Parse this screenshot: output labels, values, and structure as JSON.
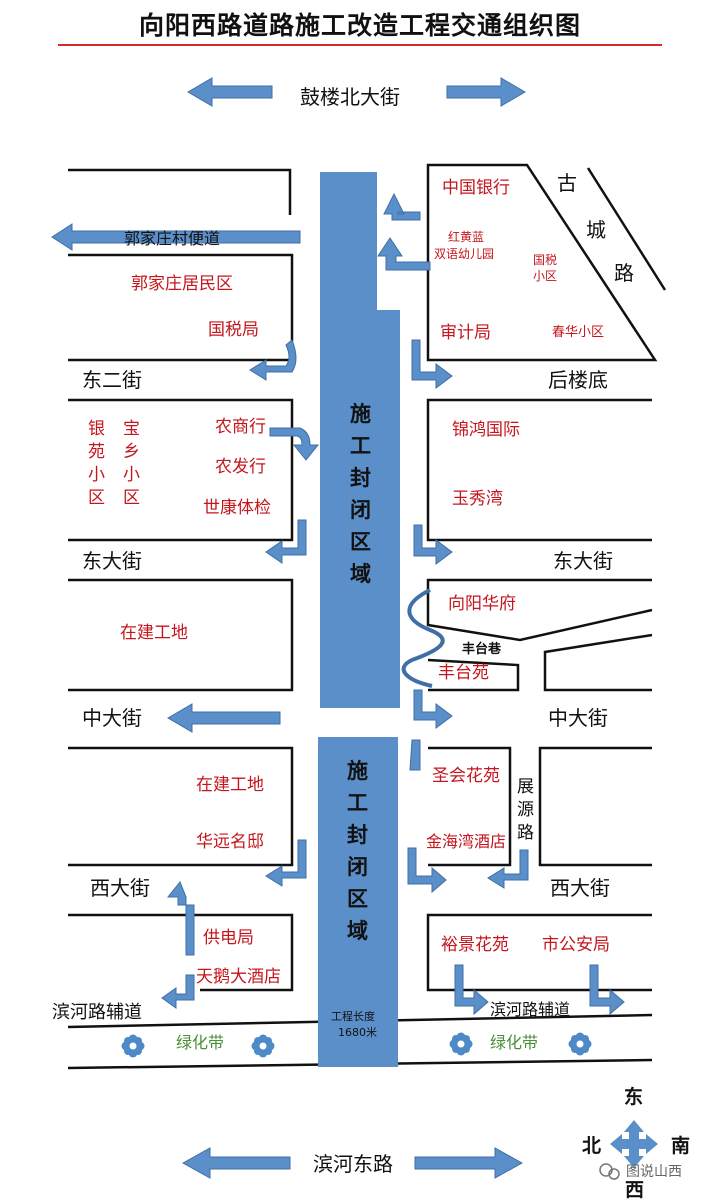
{
  "title": "向阳西路道路施工改造工程交通组织图",
  "colors": {
    "road_block": "#5b8fca",
    "arrow": "#5b8fca",
    "place_text": "#c4161c",
    "green_text": "#4a8f3a",
    "title_rule": "#d42a2a"
  },
  "streets": {
    "gulou": "鼓楼北大街",
    "guojia_bypass": "郭家庄村便道",
    "dong_er": "东二街",
    "houloudi": "后楼底",
    "dong_w": "东大街",
    "dong_e": "东大街",
    "zhong_w": "中大街",
    "zhong_e": "中大街",
    "xi_w": "西大街",
    "xi_e": "西大街",
    "binhe_aux_w": "滨河路辅道",
    "binhe_aux_e": "滨河路辅道",
    "binhe_east": "滨河东路",
    "fengtai_lane": "丰台巷",
    "gucheng_road": [
      "古",
      "城",
      "路"
    ],
    "zhanyuan_road": [
      "展",
      "源",
      "路"
    ]
  },
  "places": {
    "boc": "中国银行",
    "kindergarten": [
      "红黄蓝",
      "双语幼儿园"
    ],
    "guoshui_xiaoqu": [
      "国税",
      "小区"
    ],
    "shenji": "审计局",
    "chunhua": "春华小区",
    "guojia_res": "郭家庄居民区",
    "guoshui_ju": "国税局",
    "yinyuan": [
      "银",
      "苑",
      "小",
      "区"
    ],
    "baoxiang": [
      "宝",
      "乡",
      "小",
      "区"
    ],
    "nongshang": "农商行",
    "nongfa": "农发行",
    "shikang": "世康体检",
    "jinhong": "锦鸿国际",
    "yuxiu": "玉秀湾",
    "site1": "在建工地",
    "xiangyang_huafu": "向阳华府",
    "fengtaiyuan": "丰台苑",
    "site2": "在建工地",
    "huayuan": "华远名邸",
    "shenghui": "圣会花苑",
    "jinhaiwan": "金海湾酒店",
    "gongdian": "供电局",
    "tiane": "天鹅大酒店",
    "yujing": "裕景花苑",
    "gonganju": "市公安局"
  },
  "zones": {
    "north": [
      "施",
      "工",
      "封",
      "闭",
      "区",
      "域"
    ],
    "south": [
      "施",
      "工",
      "封",
      "闭",
      "区",
      "域"
    ],
    "length_label": "工程长度",
    "length_value": "1680米"
  },
  "green_belt": {
    "left": "绿化带",
    "right": "绿化带"
  },
  "compass": {
    "north": "北",
    "south": "南",
    "east": "东",
    "west": "西"
  },
  "watermark": "图说山西"
}
